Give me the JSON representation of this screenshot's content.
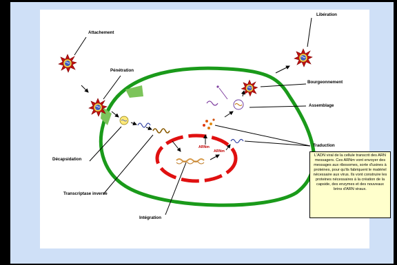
{
  "labels": {
    "attachement": "Attachement",
    "penetration": "Pénétration",
    "decapsidation": "Décapsidation",
    "transcriptase": "Transcriptase inverse",
    "integration": "Intégration",
    "liberation": "Libération",
    "bourgeonnement": "Bourgeonnement",
    "assemblage": "Assemblage",
    "traduction": "Traduction",
    "arnm1": "ARNm",
    "arnm2": "ARNm"
  },
  "traduction_text": "L'ADN viral de la cellule transcrit des ARN messagers. Ces ARNm vont envoyer des messages aux ribosomes, sorte d'usines à proteines, pour qu'ils fabriquent le matériel nécessaire aux virus. Ils vont construire les proteines nécessaires à la création de la capside, des enzymes et des nouveaux brins d'ARN viraux.",
  "colors": {
    "cell_membrane": "#1a9a1a",
    "nucleus": "#e01010",
    "virus_spike": "#c01010",
    "background": "#cfe0f7",
    "note_fill": "#ffffcc"
  },
  "icons": [
    "virus-icon",
    "receptor-icon",
    "rna-strand-icon",
    "dna-strand-icon",
    "ribosome-icon",
    "arrow-icon"
  ]
}
